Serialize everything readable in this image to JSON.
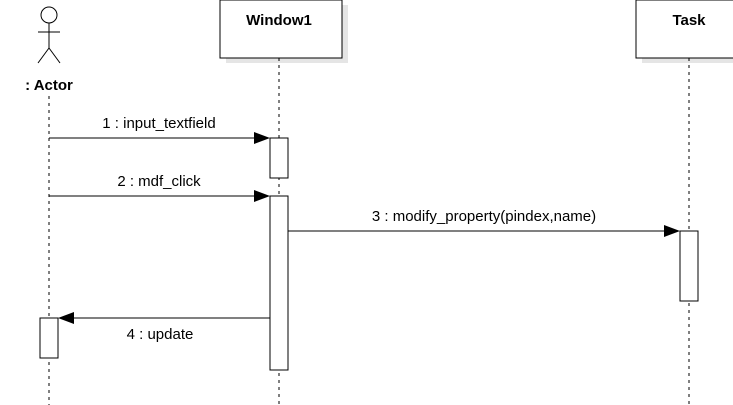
{
  "actor": {
    "label": ": Actor"
  },
  "objects": [
    {
      "id": "window1",
      "label": "Window1"
    },
    {
      "id": "task",
      "label": "Task"
    }
  ],
  "messages": [
    {
      "number": 1,
      "label": "1 : input_textfield",
      "from": "Actor",
      "to": "Window1"
    },
    {
      "number": 2,
      "label": "2 : mdf_click",
      "from": "Actor",
      "to": "Window1"
    },
    {
      "number": 3,
      "label": "3 : modify_property(pindex,name)",
      "from": "Window1",
      "to": "Task"
    },
    {
      "number": 4,
      "label": "4 : update",
      "from": "Window1",
      "to": "Actor"
    }
  ]
}
